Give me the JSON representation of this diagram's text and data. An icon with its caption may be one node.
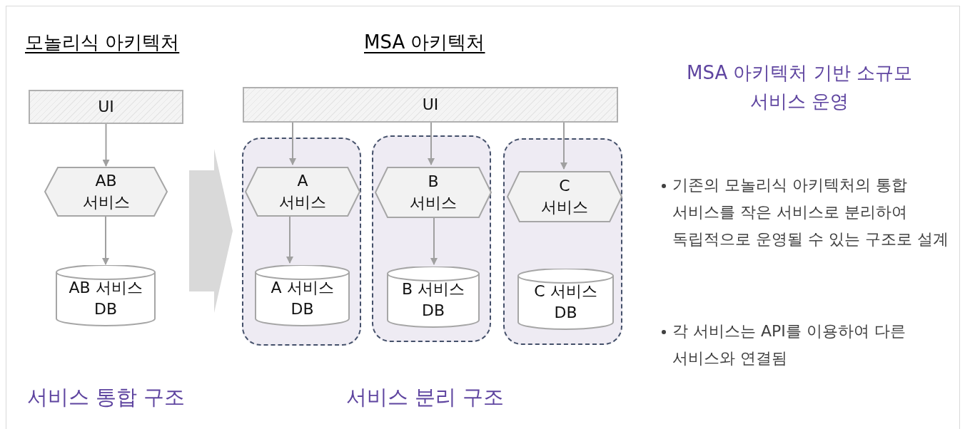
{
  "diagram": {
    "nodes": [
      {
        "text": [
          "UI"
        ]
      },
      {
        "text": [
          "AB 서비스"
        ]
      },
      {
        "text": [
          "AB 서비스 DB"
        ]
      },
      {
        "text": [
          "UI"
        ]
      },
      {
        "text": [],
        "shape": "box"
      },
      {
        "text": [
          "A 서비스"
        ],
        "in": 4
      },
      {
        "text": [
          "A 서비스 DB"
        ],
        "in": 4
      },
      {
        "text": [],
        "shape": "box"
      },
      {
        "text": [
          "B 서비스"
        ],
        "in": 7
      },
      {
        "text": [
          "B 서비스 DB"
        ],
        "in": 7
      },
      {
        "text": [],
        "shape": "box"
      },
      {
        "text": [
          "C 서비스"
        ],
        "in": 10
      },
      {
        "text": [
          "C 서비스 DB"
        ],
        "in": 10
      }
    ],
    "edges": [
      {
        "from": 0,
        "to": 1,
        "arrow": "to"
      },
      {
        "from": 1,
        "to": 2,
        "arrow": "to"
      },
      {
        "from": 1,
        "to": 4,
        "arrow": "to",
        "style": "thick",
        "color": "#d9d9d9"
      },
      {
        "from": 3,
        "to": 5,
        "arrow": "to"
      },
      {
        "from": 5,
        "to": 6,
        "arrow": "to"
      },
      {
        "from": 3,
        "to": 8,
        "arrow": "to"
      },
      {
        "from": 8,
        "to": 9,
        "arrow": "to"
      },
      {
        "from": 3,
        "to": 11,
        "arrow": "to"
      }
    ],
    "labels": [
      "모놀리식 아키텍처",
      "MSA 아키텍처",
      "MSA 아키텍처 기반 소규모 서비스 운영",
      "기존의 모놀리식 아키텍처의 통합 서비스를 작은 서비스로 분리하여 독립적으로 운영될 수 있는 구조로 설계",
      "각 서비스는 API를 이용하여 다른 서비스와 연결됨",
      "서비스 통합 구조",
      "서비스 분리 구조"
    ]
  }
}
